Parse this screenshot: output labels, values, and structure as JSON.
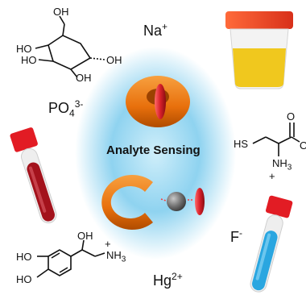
{
  "center": {
    "title": "Analyte Sensing"
  },
  "ions": {
    "sodium": {
      "base": "Na",
      "charge": "+"
    },
    "phosphate": {
      "base": "PO",
      "sub": "4",
      "charge": "3-"
    },
    "fluoride": {
      "base": "F",
      "charge": "-"
    },
    "mercury": {
      "base": "Hg",
      "charge": "2+"
    }
  },
  "glucose": {
    "oh_top": "OH",
    "ho_1": "HO",
    "ho_2": "HO",
    "oh_right": "OH",
    "oh_bottom": "OH"
  },
  "cysteine": {
    "hs": "HS",
    "oh": "OH",
    "o": "O",
    "nh3": "NH",
    "nh3_sub": "3",
    "plus": "+"
  },
  "dopamine_like": {
    "oh_top": "OH",
    "plus": "+",
    "nh3": "NH",
    "nh3_sub": "3",
    "ho_1": "HO",
    "ho_2": "HO"
  },
  "colors": {
    "glow": "#8fd3f0",
    "orange": "#f07a10",
    "red_capsule": "#d8202a",
    "blood": "#a3121c",
    "urine": "#f0c81e",
    "blue_fluid": "#2aa6e0"
  }
}
